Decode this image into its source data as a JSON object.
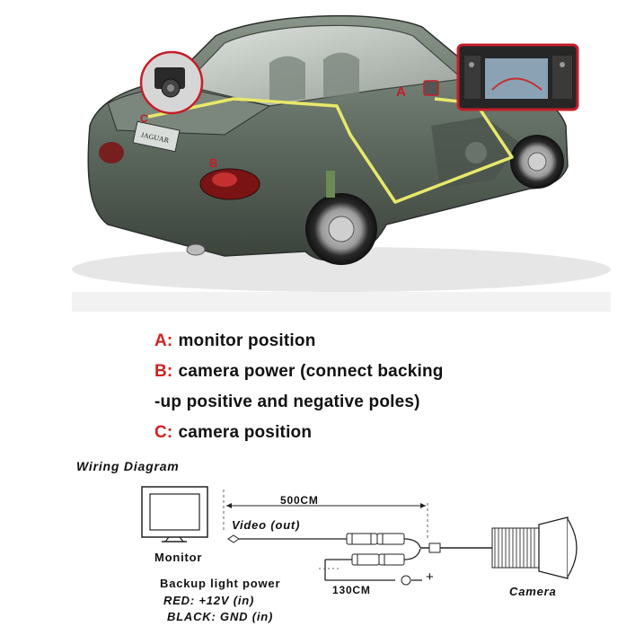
{
  "car": {
    "brand_plate": "JAGUAR",
    "marker_a": "A",
    "marker_b": "B",
    "marker_c": "C"
  },
  "legend": [
    {
      "key": "A:",
      "text": "monitor position"
    },
    {
      "key": "B:",
      "text": "camera power (connect backing"
    },
    {
      "key": "",
      "text": "-up positive and negative poles)"
    },
    {
      "key": "C:",
      "text": "camera position"
    }
  ],
  "wiring": {
    "title": "Wiring Diagram",
    "monitor_label": "Monitor",
    "camera_label": "Camera",
    "length_main": "500CM",
    "length_power": "130CM",
    "video_label": "Video (out)",
    "power_title": "Backup light power",
    "red_line": "RED: +12V (in)",
    "black_line": "BLACK: GND (in)",
    "plus_sign": "+"
  },
  "colors": {
    "legend_key": "#d42020",
    "harness_wire": "#e8e86a",
    "monitor_highlight": "#c41e2a"
  }
}
